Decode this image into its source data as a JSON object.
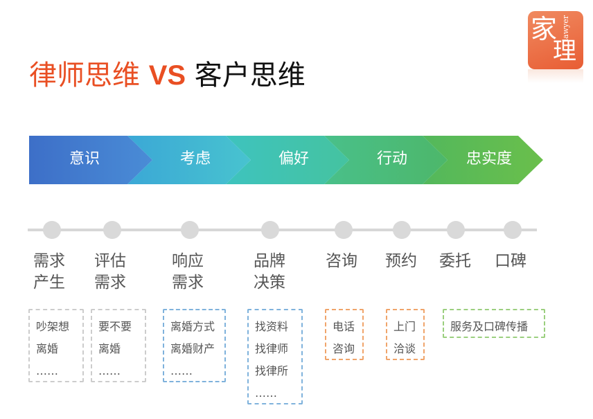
{
  "title": {
    "part1": "律师思维",
    "vs": "VS",
    "part2": "客户思维"
  },
  "logo": {
    "mark_top": "家",
    "mark_bottom": "理",
    "word": "lawyer"
  },
  "stages": [
    {
      "label": "意识",
      "color_from": "#3d6fc8",
      "color_to": "#4a8cd6"
    },
    {
      "label": "考虑",
      "color_from": "#3ba8d6",
      "color_to": "#48c3cf"
    },
    {
      "label": "偏好",
      "color_from": "#3ec3be",
      "color_to": "#45c3a0"
    },
    {
      "label": "行动",
      "color_from": "#49c08a",
      "color_to": "#4db76a"
    },
    {
      "label": "忠实度",
      "color_from": "#53b85c",
      "color_to": "#6abf4b"
    }
  ],
  "steps": [
    {
      "label": "需求\n产生"
    },
    {
      "label": "评估\n需求"
    },
    {
      "label": "响应\n需求"
    },
    {
      "label": "品牌\n决策"
    },
    {
      "label": "咨询"
    },
    {
      "label": "预约"
    },
    {
      "label": "委托"
    },
    {
      "label": "口碑"
    }
  ],
  "boxes": [
    {
      "lines": [
        "吵架想",
        "离婚",
        "……"
      ],
      "style": "gray"
    },
    {
      "lines": [
        "要不要",
        "离婚",
        "……"
      ],
      "style": "gray"
    },
    {
      "lines": [
        "离婚方式",
        "离婚财产",
        "……"
      ],
      "style": "blue"
    },
    {
      "lines": [
        "找资料",
        "找律师",
        "找律所",
        "……"
      ],
      "style": "blue"
    },
    {
      "lines": [
        "电话",
        "咨询"
      ],
      "style": "orange"
    },
    {
      "lines": [
        "上门",
        "洽谈"
      ],
      "style": "orange"
    },
    {
      "lines": [
        "服务及口碑传播"
      ],
      "style": "green"
    }
  ]
}
